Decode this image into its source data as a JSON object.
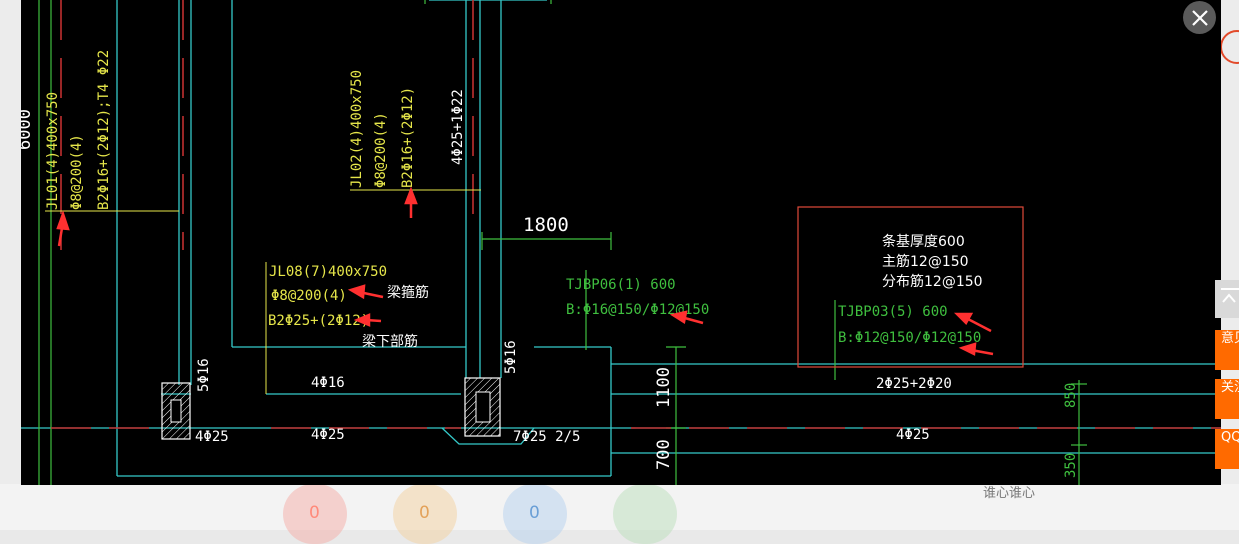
{
  "viewer": {
    "close_label": "×"
  },
  "drawing": {
    "labels_yellow": {
      "jl01_a": "JL01(4)400x750",
      "jl01_b": "Φ8@200(4)",
      "jl01_c": "B2Φ16+(2Φ12);T4 Φ22",
      "jl02_a": "JL02(4)400x750",
      "jl02_b": "Φ8@200(4)",
      "jl02_c": "B2Φ16+(2Φ12)",
      "jl08_a": "JL08(7)400x750",
      "jl08_b": "Φ8@200(4)",
      "jl08_c": "B2Φ25+(2Φ12)"
    },
    "labels_white": {
      "top_bar": "4Φ25+1Φ22",
      "dim_1800": "1800",
      "bar_5phi16_left": "5Φ16",
      "bar_5phi16_mid": "5Φ16",
      "bar_4phi16": "4Φ16",
      "bar_4phi25_left": "4Φ25",
      "bar_4phi25_mid": "4Φ25",
      "bar_7phi25": "7Φ25 2/5",
      "bar_2phi25": "2Φ25+2Φ20",
      "bar_4phi25_right": "4Φ25",
      "dim_1100": "1100",
      "dim_700": "700",
      "dim_left": "6000"
    },
    "labels_green": {
      "tjbp06_a": "TJBP06(1)  600",
      "tjbp06_b": "B:Φ16@150/Φ12@150",
      "tjbp03_a": "TJBP03(5)  600",
      "tjbp03_b": "B:Φ12@150/Φ12@150",
      "dim_850": "850",
      "dim_350": "350"
    },
    "annotations": {
      "stirrup": "梁箍筋",
      "bottom_bar": "梁下部筋",
      "note_1": "条基厚度600",
      "note_2": "主筋12@150",
      "note_3": "分布筋12@150"
    }
  },
  "sidebar": {
    "feedback": "意见反馈",
    "follow": "关注我们",
    "qq": "QQ咨询"
  },
  "bottom": {
    "counts": [
      "0",
      "0",
      "0"
    ],
    "comment_placeholder": "谁心谁心"
  },
  "colors": {
    "accent": "#ff6a00",
    "cad_cyan": "#35c9c9",
    "cad_yellow": "#e6e64a",
    "cad_green": "#3fbf3f",
    "arrow_red": "#ff3030"
  }
}
